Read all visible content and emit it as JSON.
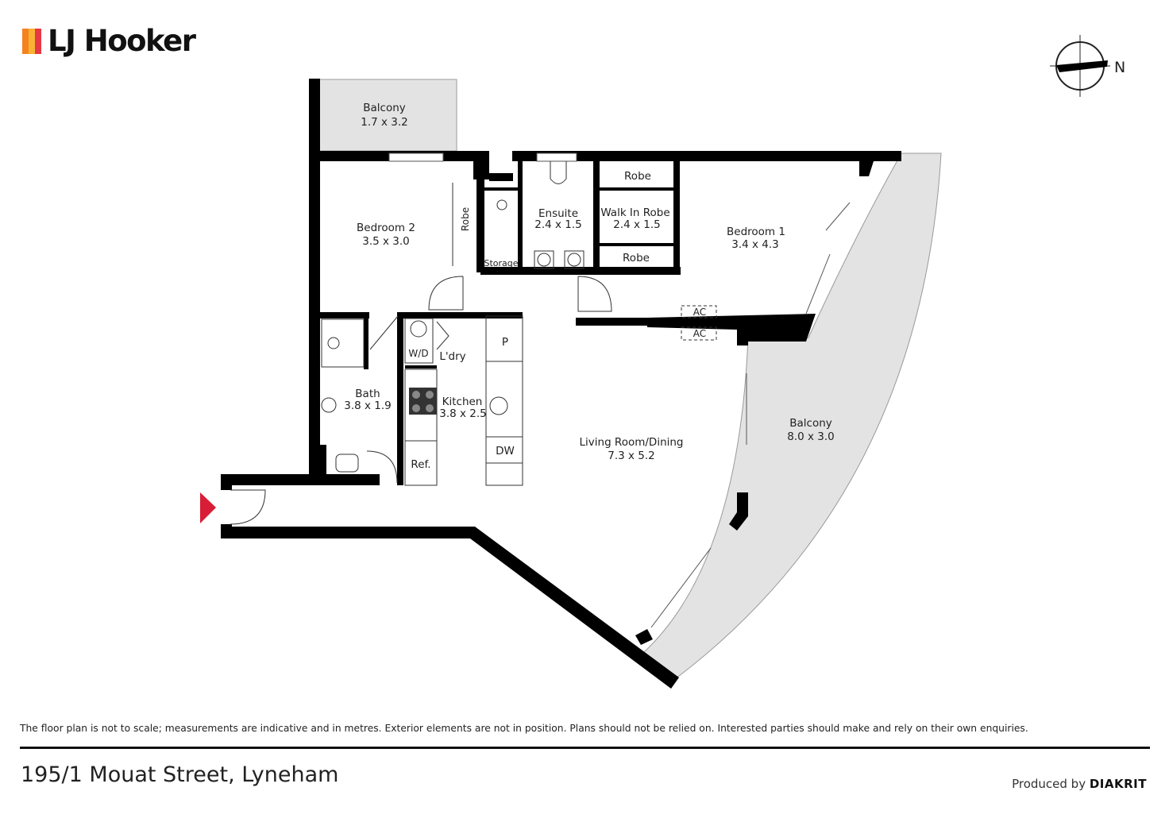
{
  "brand": {
    "name": "LJ Hooker",
    "bar_colors": [
      "#f58220",
      "#f9b233",
      "#e63946"
    ]
  },
  "compass": {
    "label": "N"
  },
  "rooms": {
    "balcony_small": {
      "name": "Balcony",
      "size": "1.7 x 3.2"
    },
    "bedroom2": {
      "name": "Bedroom 2",
      "size": "3.5 x 3.0"
    },
    "robe_b2": "Robe",
    "storage": "Storage",
    "ensuite": {
      "name": "Ensuite",
      "size": "2.4 x 1.5"
    },
    "walkin": {
      "name": "Walk In Robe",
      "size": "2.4 x 1.5"
    },
    "robe_top": "Robe",
    "robe_bottom": "Robe",
    "bedroom1": {
      "name": "Bedroom 1",
      "size": "3.4 x 4.3"
    },
    "ac_top": "AC",
    "ac_bottom": "AC",
    "bath": {
      "name": "Bath",
      "size": "3.8 x 1.9"
    },
    "wd": "W/D",
    "laundry": "L'dry",
    "pantry": "P",
    "kitchen": {
      "name": "Kitchen",
      "size": "3.8 x 2.5"
    },
    "fridge": "Ref.",
    "dishwasher": "DW",
    "living": {
      "name": "Living Room/Dining",
      "size": "7.3 x 5.2"
    },
    "balcony_large": {
      "name": "Balcony",
      "size": "8.0 x 3.0"
    }
  },
  "footer": {
    "disclaimer": "The floor plan is not to scale; measurements are indicative and in metres. Exterior elements are not in position. Plans should not be relied on. Interested parties should make and rely on their own enquiries.",
    "address": "195/1 Mouat Street, Lyneham",
    "produced_by": "Produced by",
    "producer": "DIAKRIT"
  }
}
